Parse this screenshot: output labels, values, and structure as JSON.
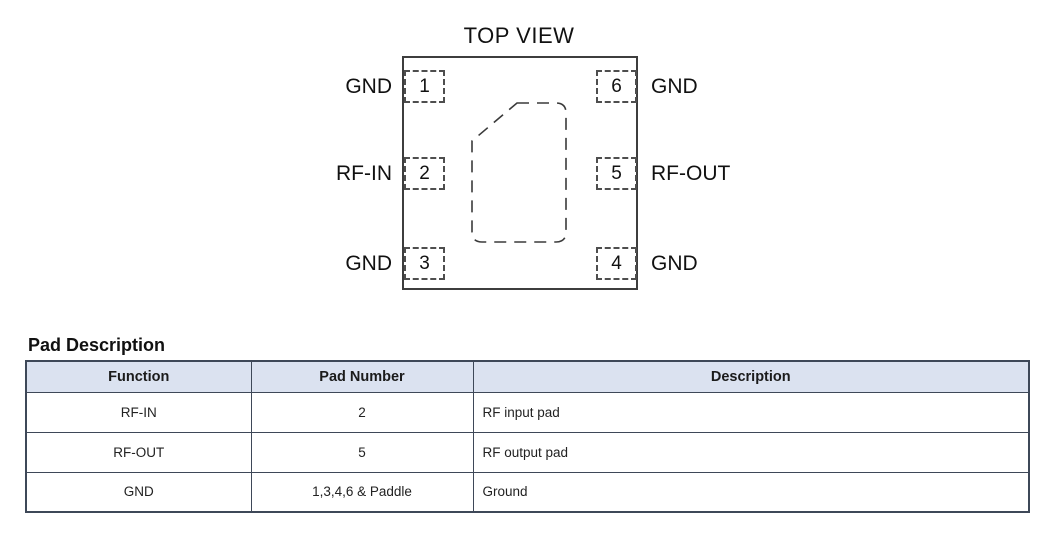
{
  "diagram": {
    "title": "TOP VIEW",
    "pads": [
      {
        "number": "1",
        "label": "GND",
        "side": "left"
      },
      {
        "number": "2",
        "label": "RF-IN",
        "side": "left"
      },
      {
        "number": "3",
        "label": "GND",
        "side": "left"
      },
      {
        "number": "4",
        "label": "GND",
        "side": "right"
      },
      {
        "number": "5",
        "label": "RF-OUT",
        "side": "right"
      },
      {
        "number": "6",
        "label": "GND",
        "side": "right"
      }
    ]
  },
  "table": {
    "title": "Pad Description",
    "headers": [
      "Function",
      "Pad Number",
      "Description"
    ],
    "rows": [
      {
        "function": "RF-IN",
        "pad_number": "2",
        "description": "RF input pad"
      },
      {
        "function": "RF-OUT",
        "pad_number": "5",
        "description": "RF output pad"
      },
      {
        "function": "GND",
        "pad_number": "1,3,4,6 & Paddle",
        "description": "Ground"
      }
    ]
  },
  "colors": {
    "table_header_bg": "#dbe2f0",
    "table_border": "#3e4858",
    "outline": "#3d3d3d",
    "text": "#111111"
  }
}
